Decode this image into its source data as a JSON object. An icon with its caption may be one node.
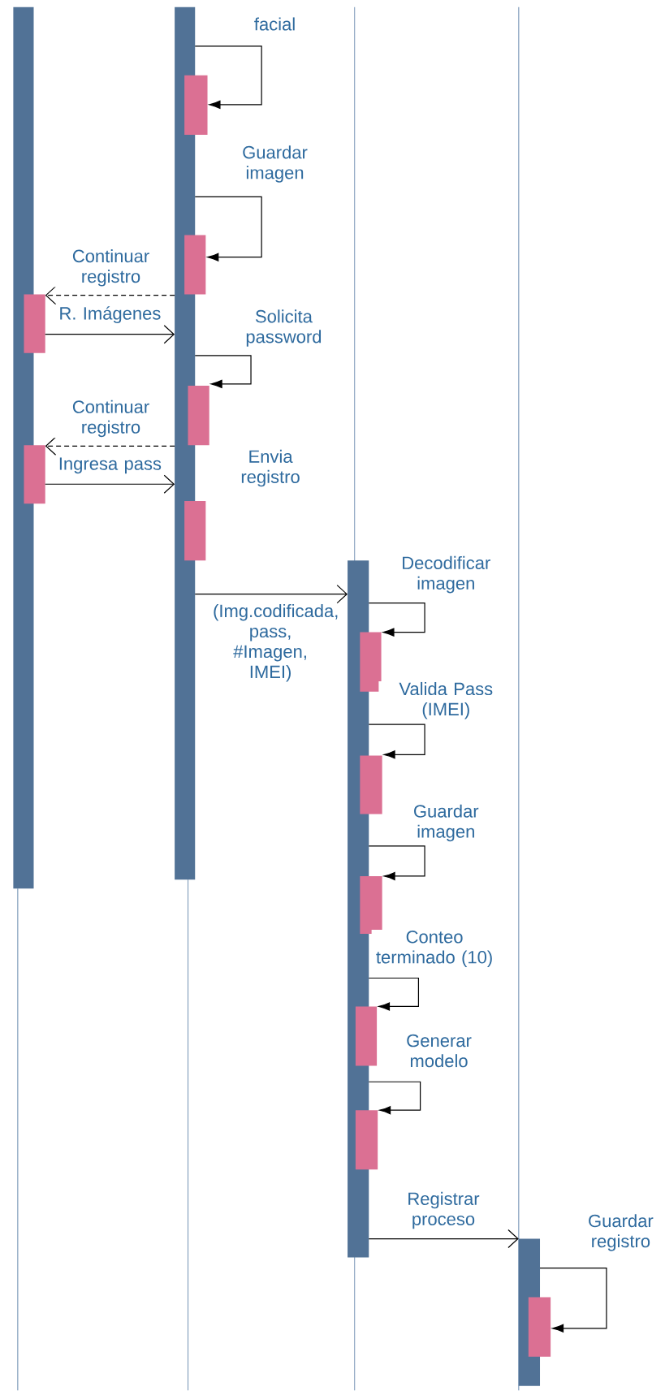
{
  "diagram": {
    "nodes": [
      {
        "text": [],
        "shape": "bar"
      },
      {
        "text": [],
        "shape": "bar"
      },
      {
        "text": [],
        "shape": "box"
      },
      {
        "text": [],
        "shape": "box"
      },
      {
        "text": [],
        "shape": "box"
      },
      {
        "text": [],
        "shape": "box"
      },
      {
        "text": [],
        "shape": "box"
      },
      {
        "text": [],
        "shape": "box"
      },
      {
        "text": [],
        "shape": "bar"
      },
      {
        "text": [],
        "shape": "box"
      },
      {
        "text": [],
        "shape": "box"
      },
      {
        "text": [],
        "shape": "box"
      },
      {
        "text": [],
        "shape": "box"
      },
      {
        "text": [],
        "shape": "box"
      },
      {
        "text": [],
        "shape": "bar"
      },
      {
        "text": [],
        "shape": "box"
      }
    ],
    "edges": [
      {
        "from": 1,
        "to": 2,
        "arrow": "to",
        "label": "facial"
      },
      {
        "from": 1,
        "to": 3,
        "arrow": "to",
        "label": "Guardar imagen"
      },
      {
        "from": 1,
        "to": 4,
        "arrow": "to",
        "label": "Continuar registro",
        "style": "dashed"
      },
      {
        "from": 4,
        "to": 1,
        "arrow": "to",
        "label": "R. Imágenes"
      },
      {
        "from": 1,
        "to": 5,
        "arrow": "to",
        "label": "Solicita password"
      },
      {
        "from": 1,
        "to": 6,
        "arrow": "to",
        "label": "Continuar registro",
        "style": "dashed"
      },
      {
        "from": 6,
        "to": 1,
        "arrow": "to",
        "label": "Ingresa pass"
      },
      {
        "from": 1,
        "to": 8,
        "arrow": "to",
        "label": "(Img.codificada, pass, #Imagen, IMEI)"
      },
      {
        "from": 8,
        "to": 9,
        "arrow": "to",
        "label": "Decodificar imagen"
      },
      {
        "from": 8,
        "to": 10,
        "arrow": "to",
        "label": "Valida Pass (IMEI)"
      },
      {
        "from": 8,
        "to": 11,
        "arrow": "to",
        "label": "Guardar imagen"
      },
      {
        "from": 8,
        "to": 12,
        "arrow": "to",
        "label": "Conteo terminado (10)"
      },
      {
        "from": 8,
        "to": 13,
        "arrow": "to",
        "label": "Generar modelo"
      },
      {
        "from": 8,
        "to": 14,
        "arrow": "to",
        "label": "Registrar proceso"
      },
      {
        "from": 14,
        "to": 15,
        "arrow": "to",
        "label": "Guardar registro"
      }
    ],
    "labels": [
      "Envia registro"
    ]
  }
}
